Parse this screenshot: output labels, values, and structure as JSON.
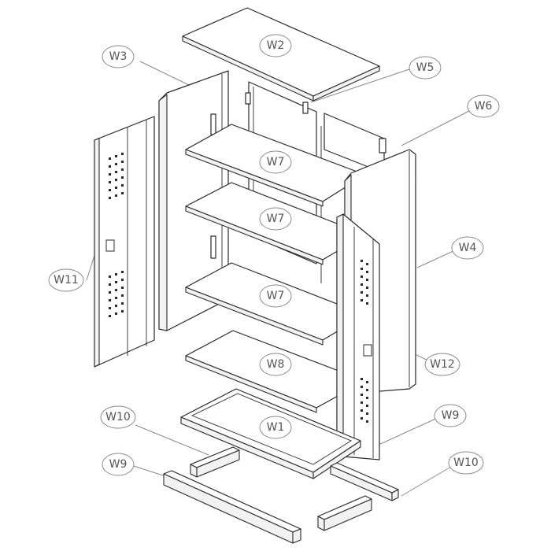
{
  "labels": {
    "W1": "W1",
    "W2": "W2",
    "W3": "W3",
    "W4": "W4",
    "W5": "W5",
    "W6": "W6",
    "W7a": "W7",
    "W7b": "W7",
    "W7c": "W7",
    "W8": "W8",
    "W9a": "W9",
    "W9b": "W9",
    "W10a": "W10",
    "W10b": "W10",
    "W11": "W11",
    "W12": "W12"
  },
  "colors": {
    "line": "#2a2a2a",
    "leader": "#8a8a8a",
    "label_text": "#555555"
  }
}
